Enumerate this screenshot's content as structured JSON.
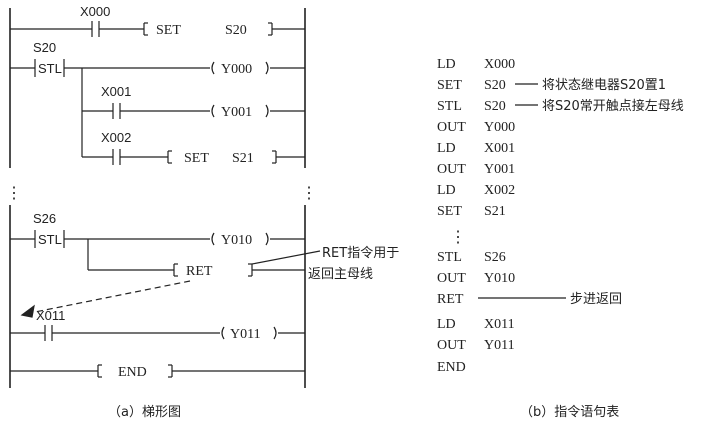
{
  "ladder": {
    "r1_contact": "X000",
    "r1_set": "SET",
    "r1_arg": "S20",
    "r2_label": "S20",
    "r2_stl": "STL",
    "r2_out": "Y000",
    "r3_contact": "X001",
    "r3_out": "Y001",
    "r4_contact": "X002",
    "r4_set": "SET",
    "r4_arg": "S21",
    "dots": "⋮",
    "r5_label": "S26",
    "r5_stl": "STL",
    "r5_out": "Y010",
    "r6_ret": "RET",
    "ret_note_line1": "RET指令用于",
    "ret_note_line2": "返回主母线",
    "r7_contact": "X011",
    "r7_out": "Y011",
    "r8_end": "END",
    "caption": "（a）梯形图"
  },
  "instructions": {
    "rows": [
      {
        "op": "LD",
        "arg": "X000",
        "note": ""
      },
      {
        "op": "SET",
        "arg": "S20",
        "note": "将状态继电器S20置1"
      },
      {
        "op": "STL",
        "arg": "S20",
        "note": "将S20常开触点接左母线"
      },
      {
        "op": "OUT",
        "arg": "Y000",
        "note": ""
      },
      {
        "op": "LD",
        "arg": "X001",
        "note": ""
      },
      {
        "op": "OUT",
        "arg": "Y001",
        "note": ""
      },
      {
        "op": "LD",
        "arg": "X002",
        "note": ""
      },
      {
        "op": "SET",
        "arg": "S21",
        "note": ""
      },
      {
        "op": "STL",
        "arg": "S26",
        "note": ""
      },
      {
        "op": "OUT",
        "arg": "Y010",
        "note": ""
      },
      {
        "op": "RET",
        "arg": "",
        "note": "步进返回"
      },
      {
        "op": "LD",
        "arg": "X011",
        "note": ""
      },
      {
        "op": "OUT",
        "arg": "Y011",
        "note": ""
      },
      {
        "op": "END",
        "arg": "",
        "note": ""
      }
    ],
    "dots": "⋮",
    "caption": "（b）指令语句表"
  }
}
